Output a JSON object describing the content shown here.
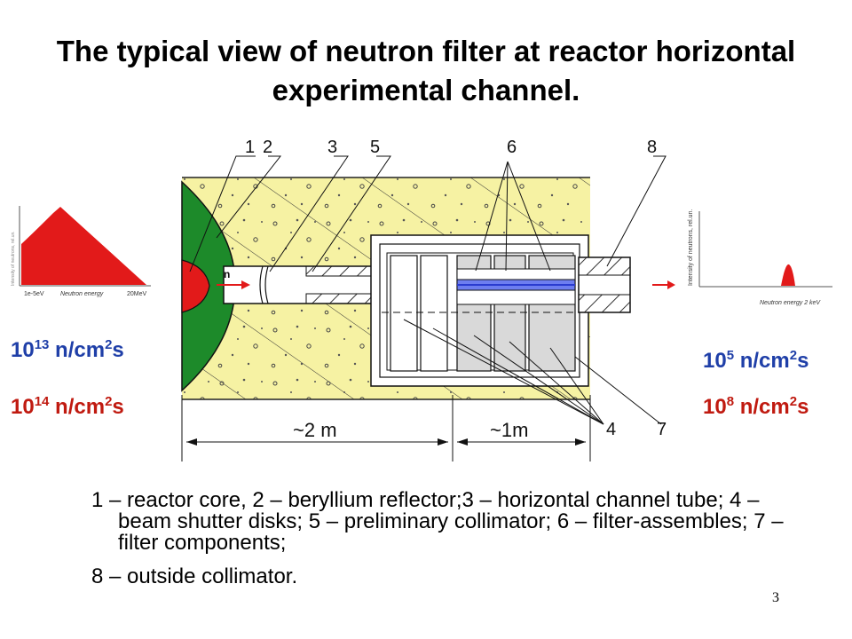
{
  "title": "The typical view of neutron filter at reactor horizontal experimental channel.",
  "flux": {
    "left_top": {
      "base": "10",
      "exp": "13",
      "unit": " n/cm",
      "unit_exp": "2",
      "tail": "s",
      "color": "#1f3fa8"
    },
    "left_bottom": {
      "base": "10",
      "exp": "14",
      "unit": " n/cm",
      "unit_exp": "2",
      "tail": "s",
      "color": "#c01a10"
    },
    "right_top": {
      "base": "10",
      "exp": "5",
      "unit": " n/cm",
      "unit_exp": "2",
      "tail": "s",
      "color": "#1f3fa8"
    },
    "right_bottom": {
      "base": "10",
      "exp": "8",
      "unit": " n/cm",
      "unit_exp": "2",
      "tail": "s",
      "color": "#c01a10"
    }
  },
  "diagram": {
    "callout_numbers": [
      "1",
      "2",
      "3",
      "5",
      "6",
      "8",
      "4",
      "7"
    ],
    "neutron_label": "n",
    "dim_left": "~2 m",
    "dim_right": "~1m",
    "colors": {
      "concrete": "#f6f2a3",
      "reflector": "#1d8a2a",
      "core": "#e21a1a",
      "filter": "#6d7df0",
      "shield": "#d9d9d9"
    }
  },
  "spectrum_left": {
    "xaxis_left": "1e-5eV",
    "xaxis_label": "Neutron energy",
    "xaxis_right": "20MeV",
    "yaxis_label": "Intensity of neutrons, rel.un."
  },
  "spectrum_right": {
    "xaxis_label": "Neutron energy 2 keV",
    "yaxis_label": "Intensity of neutrons, rel.un."
  },
  "caption": {
    "line1": "1 – reactor core, 2 – beryllium reflector;3 – horizontal channel tube; 4 – beam shutter disks; 5 – preliminary collimator; 6 – filter-assembles; 7 – filter components;",
    "line2": "8 – outside collimator."
  },
  "page_number": "3"
}
